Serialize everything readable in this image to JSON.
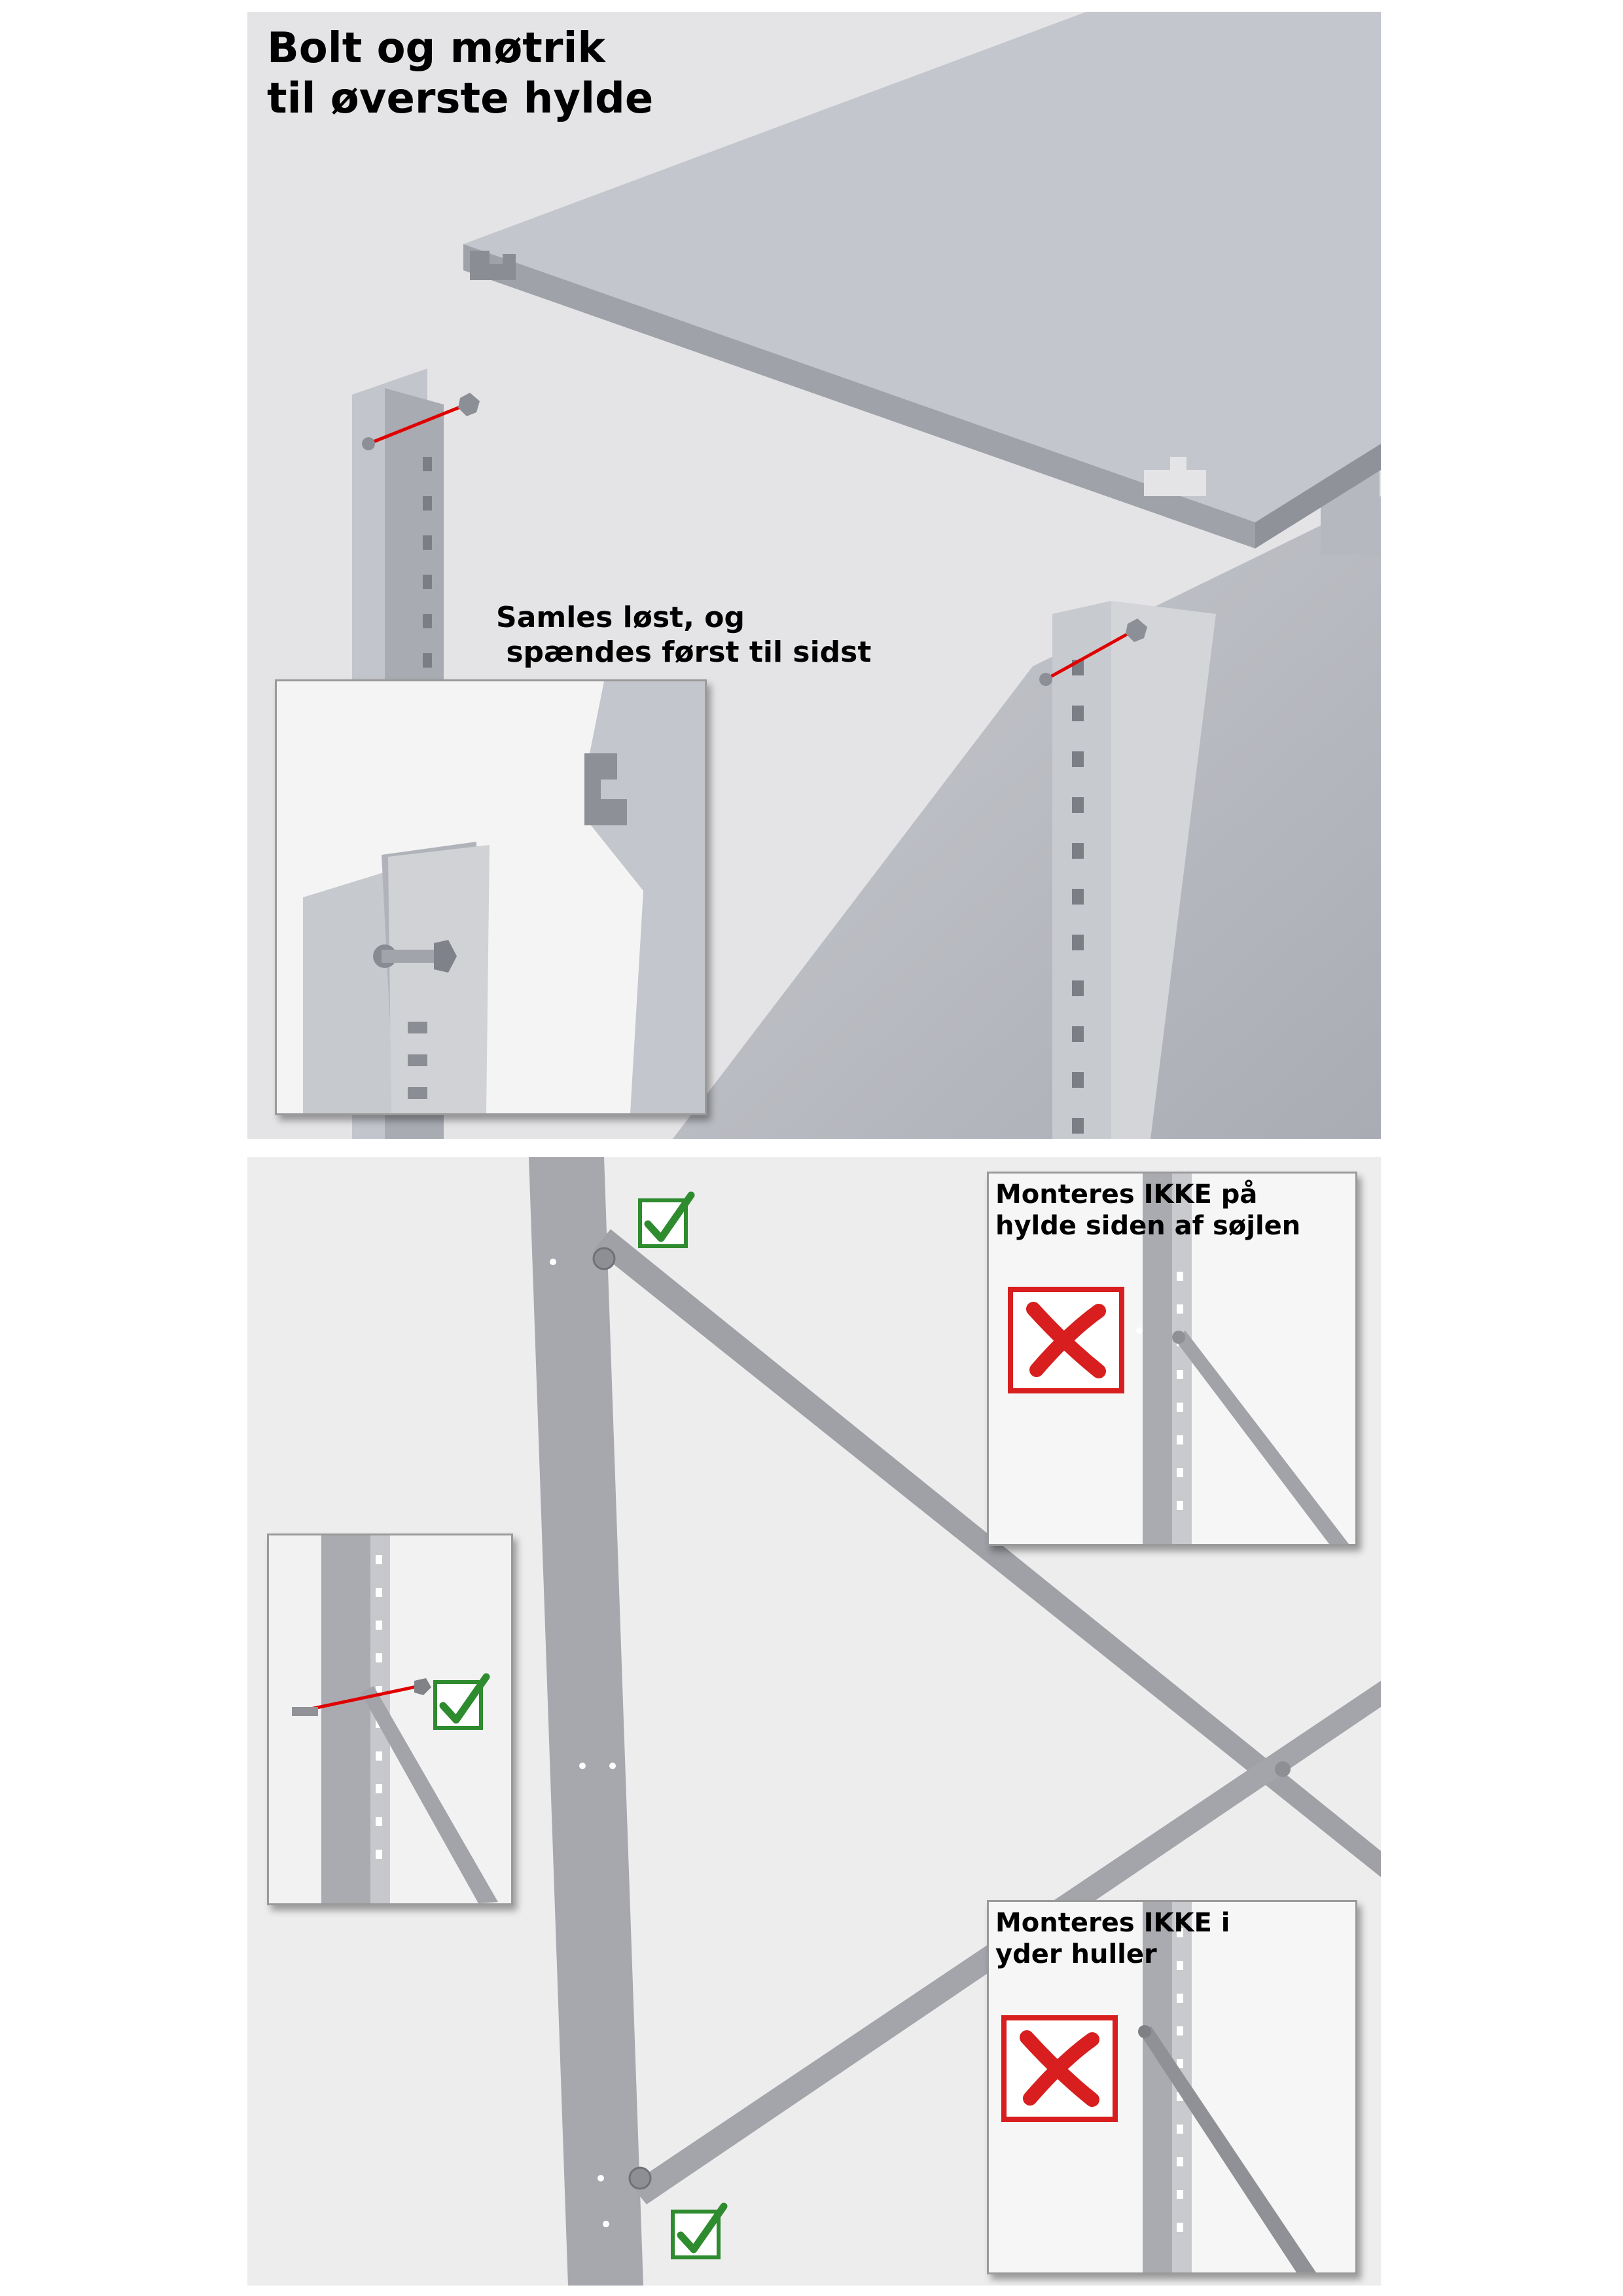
{
  "top_panel": {
    "title_line1": "Bolt og møtrik",
    "title_line2": "til øverste hylde",
    "note_line1": "Samles løst, og",
    "note_line2": " spændes først til sidst"
  },
  "bottom_panel": {
    "warning_side_line1": "Monteres IKKE på",
    "warning_side_line2": "hylde siden af søjlen",
    "warning_outer_line1": "Monteres IKKE i",
    "warning_outer_line2": "yder huller"
  },
  "colors": {
    "background": "#e6e6e8",
    "metal": "#b9bcc2",
    "bolt_line": "#e00000",
    "check_green": "#2e8b2e",
    "cross_red": "#d81e1e"
  },
  "icons": [
    "checkmark-icon",
    "cross-icon",
    "bolt-icon",
    "nut-icon"
  ]
}
